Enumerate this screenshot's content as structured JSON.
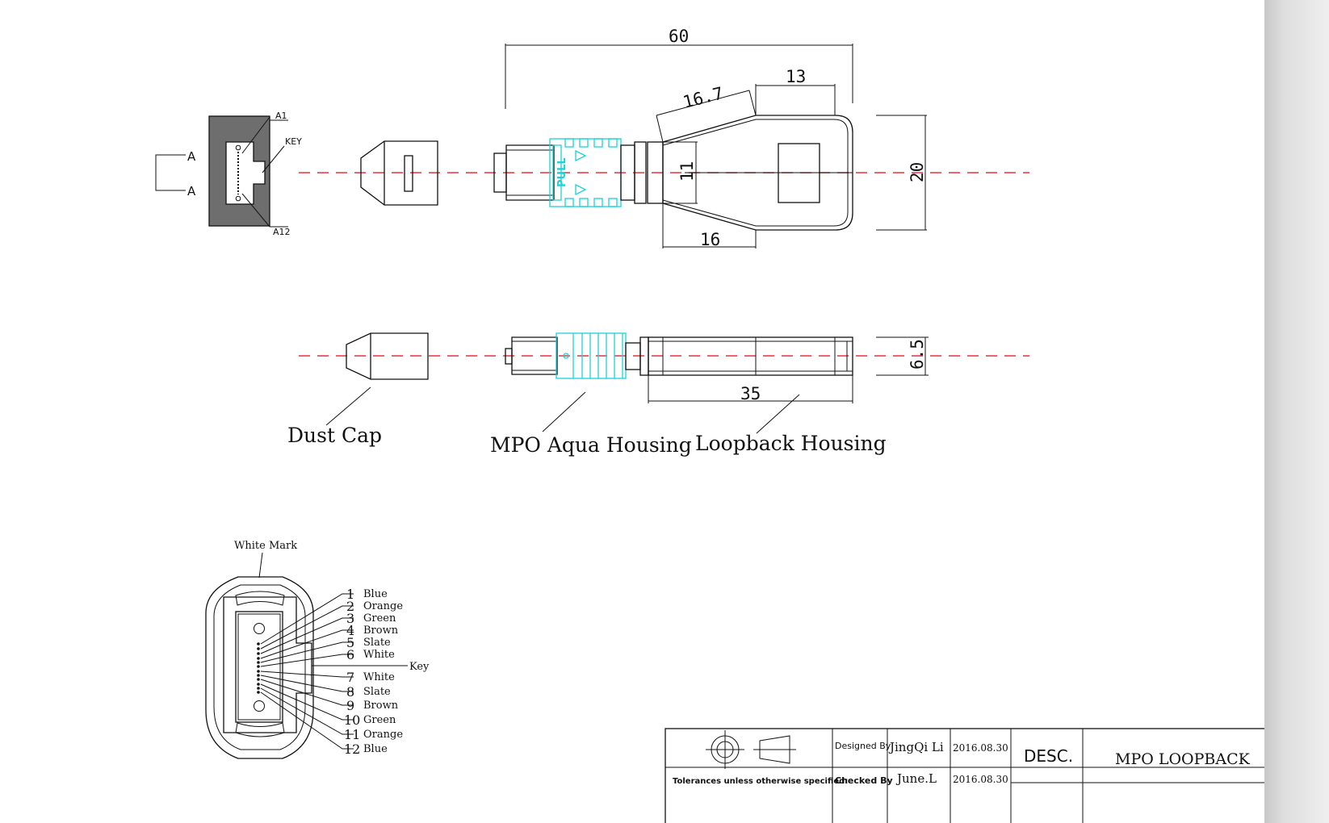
{
  "dimensions": {
    "overall_length": "60",
    "housing_top": "13",
    "taper_length": "16.7",
    "taper_base": "16",
    "neck_height": "11",
    "overall_height": "20",
    "side_height": "6.5",
    "housing_length": "35"
  },
  "section": {
    "marker": "A",
    "pin_first": "A1",
    "pin_last": "A12",
    "key": "KEY"
  },
  "labels": {
    "dust_cap": "Dust Cap",
    "mpo_housing": "MPO Aqua Housing",
    "loopback_housing": "Loopback Housing",
    "pull": "PULL",
    "white_mark": "White Mark",
    "key": "Key"
  },
  "fibers": [
    {
      "n": "1",
      "color": "Blue"
    },
    {
      "n": "2",
      "color": "Orange"
    },
    {
      "n": "3",
      "color": "Green"
    },
    {
      "n": "4",
      "color": "Brown"
    },
    {
      "n": "5",
      "color": "Slate"
    },
    {
      "n": "6",
      "color": "White"
    },
    {
      "n": "7",
      "color": "White"
    },
    {
      "n": "8",
      "color": "Slate"
    },
    {
      "n": "9",
      "color": "Brown"
    },
    {
      "n": "10",
      "color": "Green"
    },
    {
      "n": "11",
      "color": "Orange"
    },
    {
      "n": "12",
      "color": "Blue"
    }
  ],
  "title_block": {
    "designed_by_label": "Designed By",
    "designed_by": "JingQi Li",
    "designed_date": "2016.08.30",
    "checked_by_label": "Checked  By",
    "checked_by": "June.L",
    "checked_date": "2016.08.30",
    "tolerances": "Tolerances unless otherwise specified:",
    "desc_label": "DESC.",
    "desc_value": "MPO LOOPBACK"
  },
  "colors": {
    "centerline": "#e8303a",
    "aqua": "#19d3d9",
    "section_fill": "#6e6e6e"
  }
}
